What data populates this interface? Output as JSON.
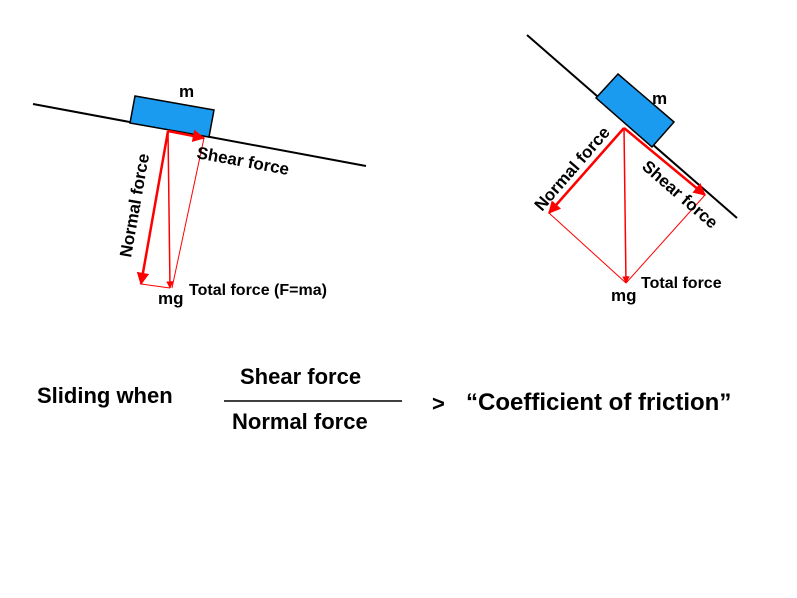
{
  "colors": {
    "block": "#1a9bf0",
    "vector": "#ff0000",
    "line": "#000000",
    "text": "#000000"
  },
  "diagram_left": {
    "mass_label": "m",
    "normal_label": "Normal force",
    "shear_label": "Shear force",
    "weight_label": "mg",
    "total_label": "Total force (F=ma)"
  },
  "diagram_right": {
    "mass_label": "m",
    "normal_label": "Normal force",
    "shear_label": "Shear force",
    "weight_label": "mg",
    "total_label": "Total force"
  },
  "equation": {
    "prefix": "Sliding when",
    "numerator": "Shear force",
    "denominator": "Normal force",
    "operator": ">",
    "rhs": "“Coefficient of friction”"
  }
}
